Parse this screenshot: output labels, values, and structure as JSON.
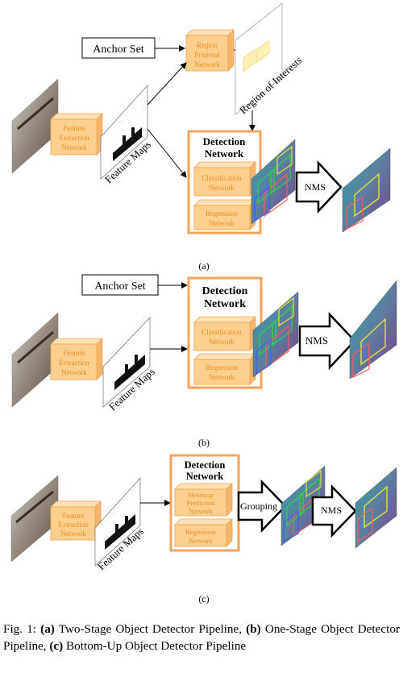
{
  "panels": [
    {
      "id": "a",
      "label": "(a)",
      "anchor_set": "Anchor Set",
      "rpn": [
        "Region",
        "Proposal",
        "Network"
      ],
      "roi_label": "Region of Interests",
      "feature_extraction": [
        "Feature",
        "Extraction",
        "Network"
      ],
      "feature_maps": "Feature Maps",
      "detection_network": [
        "Detection",
        "Network"
      ],
      "classification": [
        "Classification",
        "Network"
      ],
      "regression": [
        "Regression",
        "Network"
      ],
      "nms": "NMS"
    },
    {
      "id": "b",
      "label": "(b)",
      "anchor_set": "Anchor Set",
      "feature_extraction": [
        "Feature",
        "Extraction",
        "Network"
      ],
      "feature_maps": "Feature Maps",
      "detection_network": [
        "Detection",
        "Network"
      ],
      "classification": [
        "Classification",
        "Network"
      ],
      "regression": [
        "Regression",
        "Network"
      ],
      "nms": "NMS"
    },
    {
      "id": "c",
      "label": "(c)",
      "feature_extraction": [
        "Feature",
        "Extraction",
        "Network"
      ],
      "feature_maps": "Feature Maps",
      "detection_network": [
        "Detection",
        "Network"
      ],
      "heatmap": [
        "Heatmap",
        "Prediction",
        "Network"
      ],
      "regression": [
        "Regression",
        "Network"
      ],
      "grouping": "Grouping",
      "nms": "NMS"
    }
  ],
  "caption": {
    "prefix": "Fig. 1: ",
    "a_tag": "(a)",
    "a_text": " Two-Stage Object Detector Pipeline, ",
    "b_tag": "(b)",
    "b_text": " One-Stage Object Detector Pipeline, ",
    "c_tag": "(c)",
    "c_text": " Bottom-Up Object Detector Pipeline"
  },
  "colors": {
    "orange_fill": "#fbd08f",
    "orange_stroke": "#f5a04a",
    "orange_text": "#f08a1c",
    "frame": "#f7a35a"
  }
}
